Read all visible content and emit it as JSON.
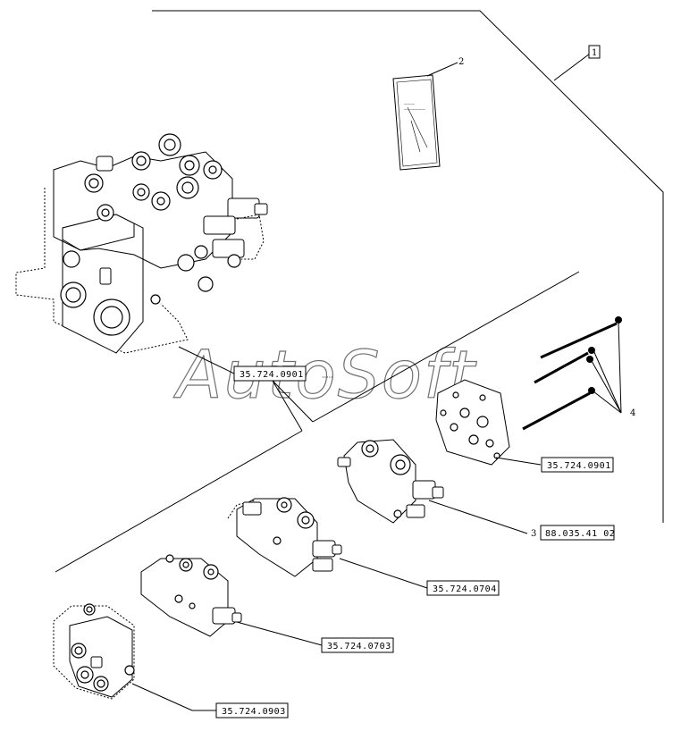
{
  "watermark": "AutoSoft",
  "group_label": "1",
  "items": [
    {
      "number": "2"
    },
    {
      "number": "3"
    },
    {
      "number": "4"
    }
  ],
  "references": {
    "main_valve": "35.724.0901",
    "gasket": "35.724.0901",
    "section_3": "88.035.41 02",
    "section_0704": "35.724.0704",
    "section_0703": "35.724.0703",
    "inlet_block": "35.724.0903"
  }
}
